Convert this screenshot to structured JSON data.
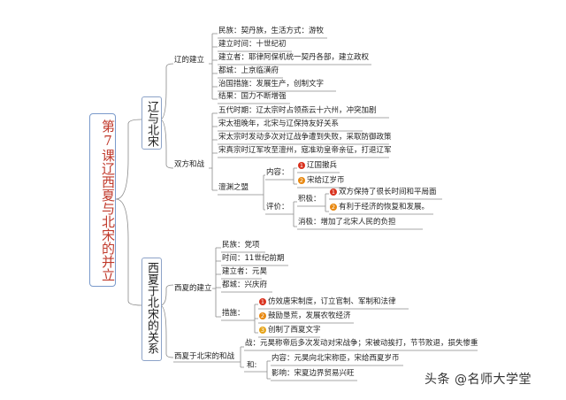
{
  "root": "第7课辽西夏与北宋的并立",
  "branch_liao": "辽与北宋",
  "branch_xixia": "西夏于北宋的关系",
  "liao": {
    "founding": {
      "label": "辽的建立",
      "items": [
        "民族：契丹族，生活方式：游牧",
        "建立时间：十世纪初",
        "建立者：耶律阿保机统一契丹各部，建立政权",
        "都城：上京临潢府",
        "治国措施：发展生产，创制文字",
        "结果：国力不断增强"
      ]
    },
    "war": {
      "label": "双方和战",
      "items": [
        "五代时期：辽太宗时占领燕云十六州，冲突加剧",
        "宋太祖晚年，北宋与辽保持友好关系",
        "宋太宗时发动多次对辽战争遭到失败，采取防御政策",
        "宋真宗时辽军攻至澶州，寇准劝皇帝亲征，打退辽军"
      ],
      "chanyuan": {
        "label": "澶渊之盟",
        "content_label": "内容：",
        "content": [
          {
            "num": "1",
            "text": "辽国撤兵"
          },
          {
            "num": "2",
            "text": "宋给辽岁币"
          }
        ],
        "eval_label": "评价：",
        "positive_label": "积极：",
        "positive": [
          {
            "num": "1",
            "text": "双方保持了很长时间和平局面"
          },
          {
            "num": "2",
            "text": "有利于经济的恢复和发展。"
          }
        ],
        "negative": "消极：增加了北宋人民的负担"
      }
    }
  },
  "xixia": {
    "founding": {
      "label": "西夏的建立",
      "items": [
        "民族：党项",
        "时间：11世纪前期",
        "建立者：元昊",
        "都城：兴庆府"
      ],
      "measures_label": "措施：",
      "measures": [
        {
          "num": "1",
          "text": "仿效唐宋制度，订立官制、军制和法律"
        },
        {
          "num": "2",
          "text": "鼓励垦荒，发展农牧经济"
        },
        {
          "num": "3",
          "text": "创制了西夏文字"
        }
      ]
    },
    "relations": {
      "label": "西夏于北宋的和战",
      "war": "战：元昊称帝后多次发动对宋战争；宋被动挨打，节节败退，损失惨重",
      "peace_label": "和:",
      "peace": [
        "内容：元昊向北宋称臣，宋给西夏岁币",
        "影响：宋夏边界贸易兴旺"
      ]
    }
  },
  "watermark": "头条 @名师大学堂",
  "colors": {
    "line": "#8a8a8a",
    "box_border": "#8da3c8",
    "root_text": "#c0392b",
    "mark1": "#d9301c",
    "mark2": "#e8870e",
    "mark3": "#e5a317"
  }
}
